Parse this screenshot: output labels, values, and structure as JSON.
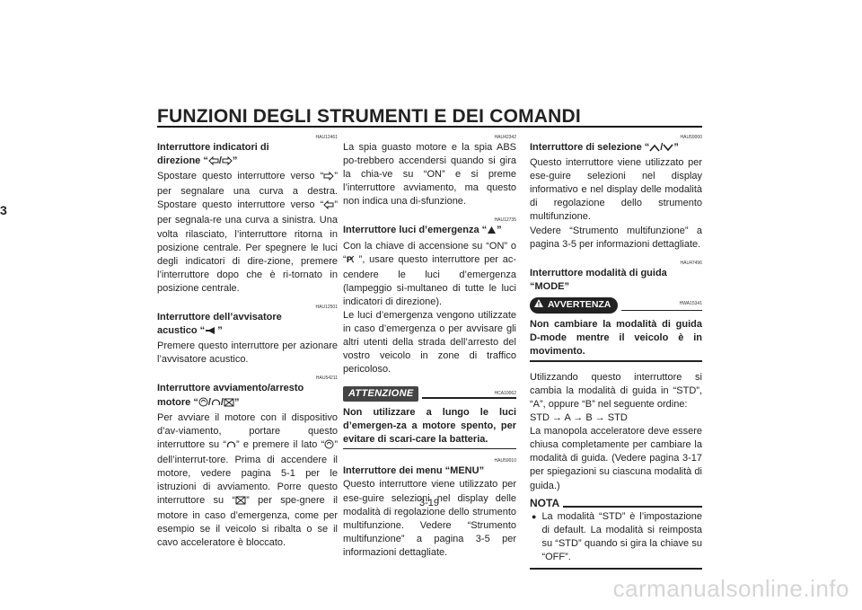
{
  "header": {
    "title": "FUNZIONI DEGLI STRUMENTI E DEI COMANDI",
    "chapter": "3"
  },
  "col1": {
    "s1": {
      "code": "HAU12461",
      "title_a": "Interruttore indicatori di",
      "title_b": "direzione “",
      "title_end": "”",
      "p1": "Spostare questo interruttore verso “",
      "p2": "” per segnalare una curva a destra. Spostare questo interruttore verso “",
      "p3": "” per segnala-re una curva a sinistra. Una volta rilasciato, l’interruttore ritorna in posizione centrale. Per spegnere le luci degli indicatori di dire-zione, premere l’interruttore dopo che è ri-tornato in posizione centrale."
    },
    "s2": {
      "code": "HAU12501",
      "title_a": "Interruttore dell’avvisatore",
      "title_b": "acustico “",
      "title_end": "”",
      "text": "Premere questo interruttore per azionare l’avvisatore acustico."
    },
    "s3": {
      "code": "HAU54211",
      "title_a": "Interruttore avviamento/arresto",
      "title_b": "motore “",
      "title_end": "”",
      "p1": "Per avviare il motore con il dispositivo d’av-viamento, portare questo interruttore su “",
      "p2": "” e premere il lato “",
      "p3": "” dell’interrut-tore. Prima di accendere il motore, vedere pagina 5-1 per le istruzioni di avviamento. Porre questo interruttore su “",
      "p4": "” per spe-gnere il motore in caso d’emergenza, come per esempio se il veicolo si ribalta o se il cavo acceleratore è bloccato."
    }
  },
  "col2": {
    "s1": {
      "code": "HAU42342",
      "text": "La spia guasto motore e la spia ABS po-trebbero accendersi quando si gira la chia-ve su “ON” e si preme l’interruttore avviamento, ma questo non indica una di-sfunzione."
    },
    "s2": {
      "code": "HAU12735",
      "title": "Interruttore luci d’emergenza “",
      "title_end": "”",
      "p1": "Con la chiave di accensione su “ON” o “",
      "p2": "”, usare questo interruttore per ac-cendere le luci d’emergenza (lampeggio si-multaneo di tutte le luci indicatori di direzione).",
      "p3": "Le luci d’emergenza vengono utilizzate in caso d’emergenza o per avvisare gli altri utenti della strada dell’arresto del vostro veicolo in zone di traffico pericoloso."
    },
    "att": {
      "label": "ATTENZIONE",
      "code": "HCA10062",
      "text": "Non utilizzare a lungo le luci d’emergen-za a motore spento, per evitare di scari-care la batteria."
    },
    "s3": {
      "code": "HAU59010",
      "title": "Interruttore dei menu “MENU”",
      "text": "Questo interruttore viene utilizzato per ese-guire selezioni nel display delle modalità di regolazione dello strumento multifunzione. Vedere “Strumento multifunzione” a pagina 3-5 per informazioni dettagliate."
    }
  },
  "col3": {
    "s1": {
      "code": "HAU59000",
      "title": "Interruttore di selezione “",
      "title_end": "”",
      "text": "Questo interruttore viene utilizzato per ese-guire selezioni nel display informativo e nel display delle modalità di regolazione dello strumento multifunzione.",
      "text2": "Vedere “Strumento multifunzione” a pagina 3-5 per informazioni dettagliate."
    },
    "s2": {
      "code": "HAU47496",
      "title": "Interruttore modalità di guida “MODE”"
    },
    "avv": {
      "label": "AVVERTENZA",
      "code": "HWA15341",
      "text": "Non cambiare la modalità di guida D-mode mentre il veicolo è in movimento."
    },
    "p1": "Utilizzando questo interruttore si cambia la modalità di guida in “STD”, “A”, oppure “B” nel seguente ordine:",
    "p2": "STD → A → B → STD",
    "p3": "La manopola acceleratore deve essere chiusa completamente per cambiare la modalità di guida. (Vedere pagina 3-17 per spiegazioni su ciascuna modalità di guida.)",
    "nota": {
      "label": "NOTA",
      "bullet": "La modalità “STD” è l’impostazione di default. La modalità si reimposta su “STD” quando si gira la chiave su “OFF”."
    }
  },
  "footer": {
    "page": "3-19",
    "watermark": "carmanualsonline.info"
  }
}
